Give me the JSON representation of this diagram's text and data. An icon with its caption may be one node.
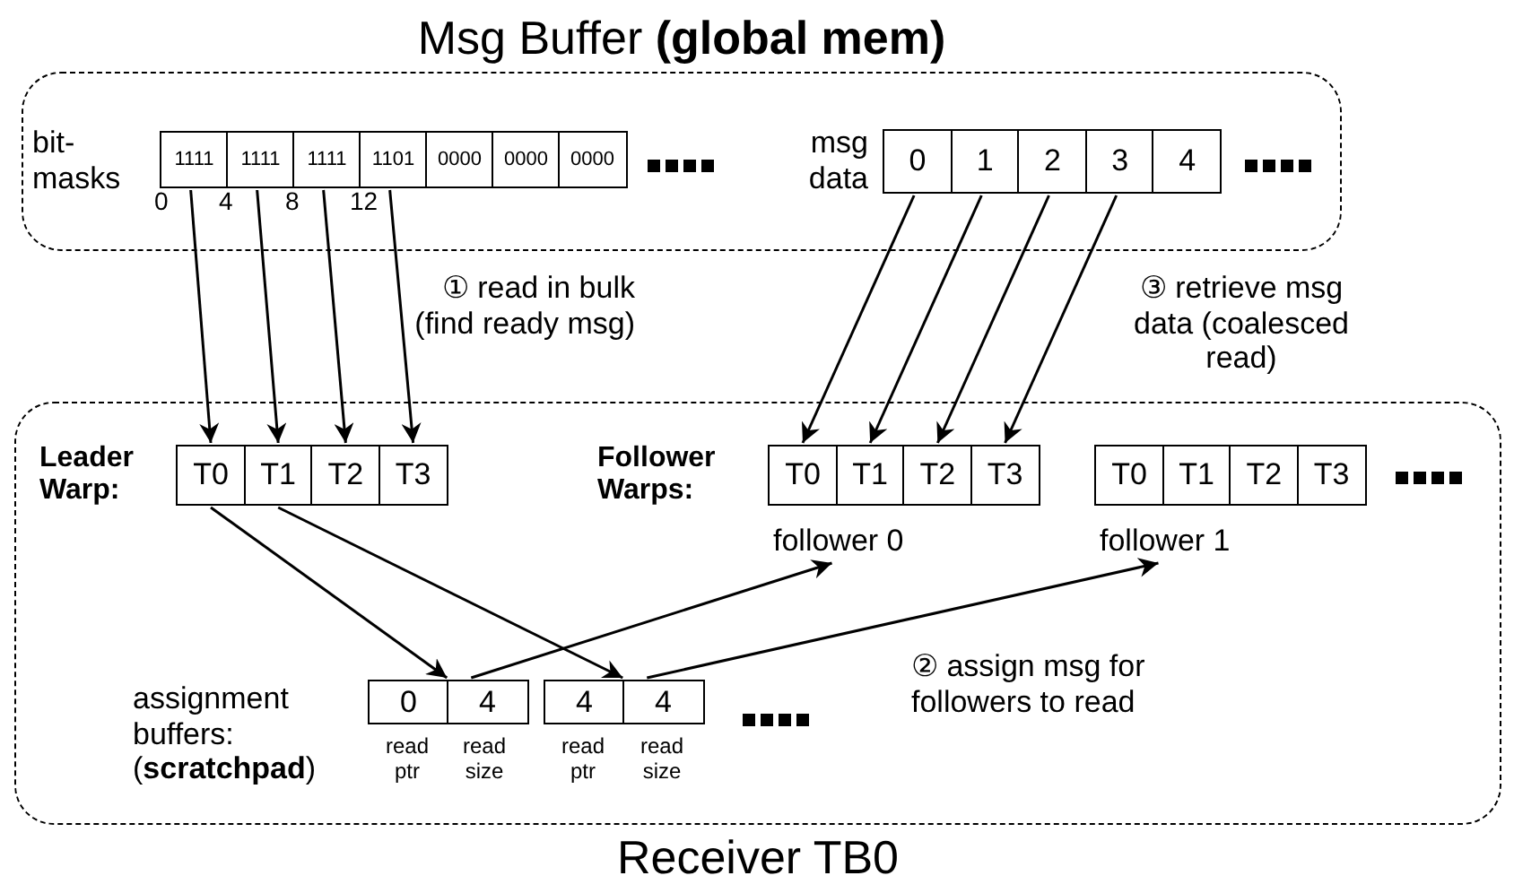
{
  "diagram": {
    "nodes": [
      {
        "text": [
          "Msg Buffer **(global mem)**"
        ]
      },
      {
        "text": [
          "1111"
        ],
        "in": 0
      },
      {
        "text": [
          "1111"
        ],
        "in": 0
      },
      {
        "text": [
          "1111"
        ],
        "in": 0
      },
      {
        "text": [
          "1101"
        ],
        "in": 0
      },
      {
        "text": [
          "0000"
        ],
        "in": 0
      },
      {
        "text": [
          "0000"
        ],
        "in": 0
      },
      {
        "text": [
          "0000"
        ],
        "in": 0
      },
      {
        "text": [
          "0"
        ],
        "in": 0
      },
      {
        "text": [
          "1"
        ],
        "in": 0
      },
      {
        "text": [
          "2"
        ],
        "in": 0
      },
      {
        "text": [
          "3"
        ],
        "in": 0
      },
      {
        "text": [
          "4"
        ],
        "in": 0
      },
      {
        "text": [
          "Receiver TB0"
        ]
      },
      {
        "text": [
          "T0"
        ],
        "in": 13
      },
      {
        "text": [
          "T1"
        ],
        "in": 13
      },
      {
        "text": [
          "T2"
        ],
        "in": 13
      },
      {
        "text": [
          "T3"
        ],
        "in": 13
      },
      {
        "text": [
          "T0"
        ],
        "in": 13
      },
      {
        "text": [
          "T1"
        ],
        "in": 13
      },
      {
        "text": [
          "T2"
        ],
        "in": 13
      },
      {
        "text": [
          "T3"
        ],
        "in": 13
      },
      {
        "text": [
          "T0"
        ],
        "in": 13
      },
      {
        "text": [
          "T1"
        ],
        "in": 13
      },
      {
        "text": [
          "T2"
        ],
        "in": 13
      },
      {
        "text": [
          "T3"
        ],
        "in": 13
      },
      {
        "text": [
          "follower 0"
        ],
        "in": 13
      },
      {
        "text": [
          "follower 1"
        ],
        "in": 13
      },
      {
        "text": [
          "0"
        ],
        "in": 13
      },
      {
        "text": [
          "4"
        ],
        "in": 13
      },
      {
        "text": [
          "4"
        ],
        "in": 13
      },
      {
        "text": [
          "4"
        ],
        "in": 13
      }
    ],
    "edges": [
      {
        "from": 1,
        "to": 14,
        "arrow": "to"
      },
      {
        "from": 2,
        "to": 15,
        "arrow": "to"
      },
      {
        "from": 3,
        "to": 16,
        "arrow": "to"
      },
      {
        "from": 4,
        "to": 17,
        "arrow": "to"
      },
      {
        "from": 8,
        "to": 18,
        "arrow": "to"
      },
      {
        "from": 9,
        "to": 19,
        "arrow": "to"
      },
      {
        "from": 10,
        "to": 20,
        "arrow": "to"
      },
      {
        "from": 11,
        "to": 21,
        "arrow": "to"
      },
      {
        "from": 14,
        "to": 28,
        "arrow": "to"
      },
      {
        "from": 15,
        "to": 30,
        "arrow": "to"
      },
      {
        "from": 29,
        "to": 26,
        "arrow": "to"
      },
      {
        "from": 31,
        "to": 27,
        "arrow": "to"
      }
    ],
    "labels": [
      "bit- masks",
      "0",
      "4",
      "8",
      "12",
      "msg data",
      "① read in bulk (find ready msg)",
      "③ retrieve msg data (coalesced read)",
      "Leader Warp:",
      "Follower Warps:",
      "② assign msg for followers to read",
      "assignment buffers: (**scratchpad**)",
      "read ptr",
      "read size",
      "read ptr",
      "read size"
    ]
  }
}
